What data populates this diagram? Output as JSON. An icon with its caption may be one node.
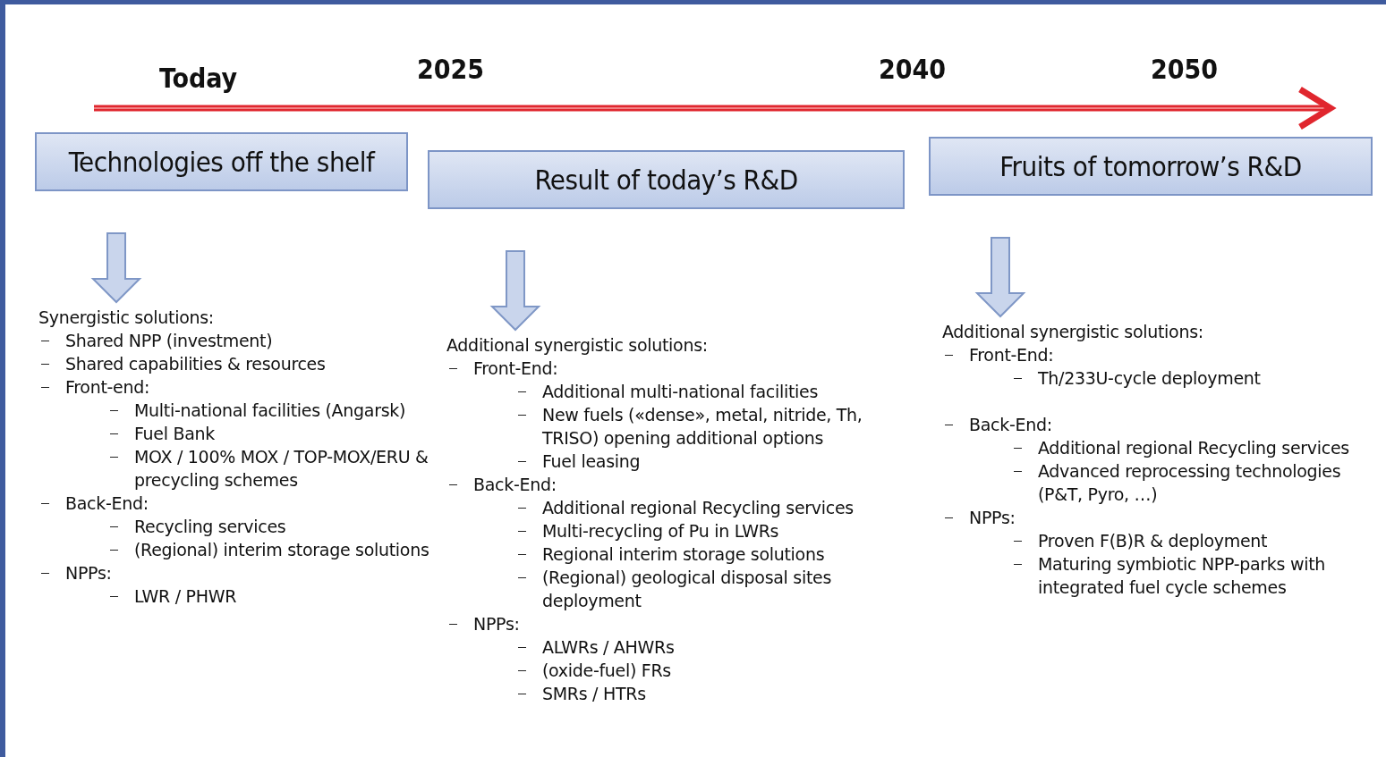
{
  "diagram": {
    "nodes": [
      {
        "text": [
          "Technologies off the shelf"
        ]
      },
      {
        "text": [
          "Result of today’s R&D"
        ]
      },
      {
        "text": [
          "Fruits of tomorrow’s R&D"
        ]
      },
      {
        "text": [
          "Synergistic solutions:",
          "Shared NPP (investment)",
          "Shared capabilities & resources",
          "Front-end:",
          "Multi-national facilities (Angarsk)",
          "Fuel Bank",
          "MOX / 100% MOX / TOP-MOX/ERU & precycling schemes",
          "Back-End:",
          "Recycling services",
          "(Regional) interim storage solutions",
          "NPPs:",
          "LWR / PHWR"
        ]
      },
      {
        "text": [
          "Additional synergistic solutions:",
          "Front-End:",
          "Additional multi-national facilities",
          "New fuels («dense», metal, nitride, Th, TRISO) opening additional options",
          "Fuel leasing",
          "Back-End:",
          "Additional regional Recycling services",
          "Multi-recycling of Pu in LWRs",
          "Regional interim storage solutions",
          "(Regional) geological disposal sites deployment",
          "NPPs:",
          "ALWRs / AHWRs",
          "(oxide-fuel) FRs",
          "SMRs / HTRs"
        ]
      },
      {
        "text": [
          "Additional synergistic solutions:",
          "Front-End:",
          "Th/233U-cycle deployment",
          "Back-End:",
          "Additional regional Recycling services",
          "Advanced reprocessing technologies (P&T, Pyro, …)",
          "NPPs:",
          "Proven F(B)R & deployment",
          "Maturing symbiotic NPP-parks with integrated fuel cycle schemes"
        ]
      }
    ],
    "edges": [
      {
        "from": 0,
        "to": 3,
        "arrow": "to"
      },
      {
        "from": 1,
        "to": 4,
        "arrow": "to"
      },
      {
        "from": 2,
        "to": 5,
        "arrow": "to"
      }
    ],
    "labels": [
      "Today",
      "2025",
      "2040",
      "2050"
    ]
  }
}
